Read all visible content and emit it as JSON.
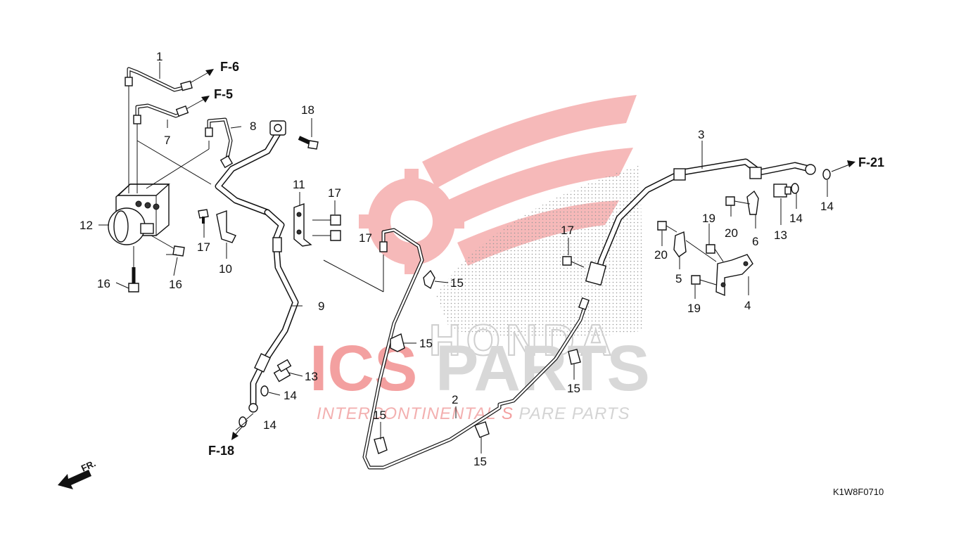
{
  "diagram_code": "K1W8F0710",
  "front_indicator": "FR.",
  "watermark": {
    "brand_ics": "ICS",
    "brand_parts": "PARTS",
    "tagline_a": "INTERCONTINENTAL ",
    "tagline_s": "S",
    "tagline_b": "PARE PARTS",
    "honda": "HONDA",
    "colors": {
      "red": "#e30613",
      "grey": "#c8c8c8",
      "tagline_grey": "#d4d4d4"
    }
  },
  "references": {
    "f6": "F-6",
    "f5": "F-5",
    "f18": "F-18",
    "f21": "F-21"
  },
  "callouts": {
    "c1": "1",
    "c2": "2",
    "c3": "3",
    "c4": "4",
    "c5": "5",
    "c6": "6",
    "c7": "7",
    "c8": "8",
    "c9": "9",
    "c10": "10",
    "c11": "11",
    "c12": "12",
    "c13a": "13",
    "c13b": "13",
    "c14a": "14",
    "c14b": "14",
    "c14c": "14",
    "c14d": "14",
    "c15a": "15",
    "c15b": "15",
    "c15c": "15",
    "c15d": "15",
    "c15e": "15",
    "c16a": "16",
    "c16b": "16",
    "c17a": "17",
    "c17b": "17",
    "c17c": "17",
    "c17d": "17",
    "c18": "18",
    "c19a": "19",
    "c19b": "19",
    "c20a": "20",
    "c20b": "20"
  }
}
